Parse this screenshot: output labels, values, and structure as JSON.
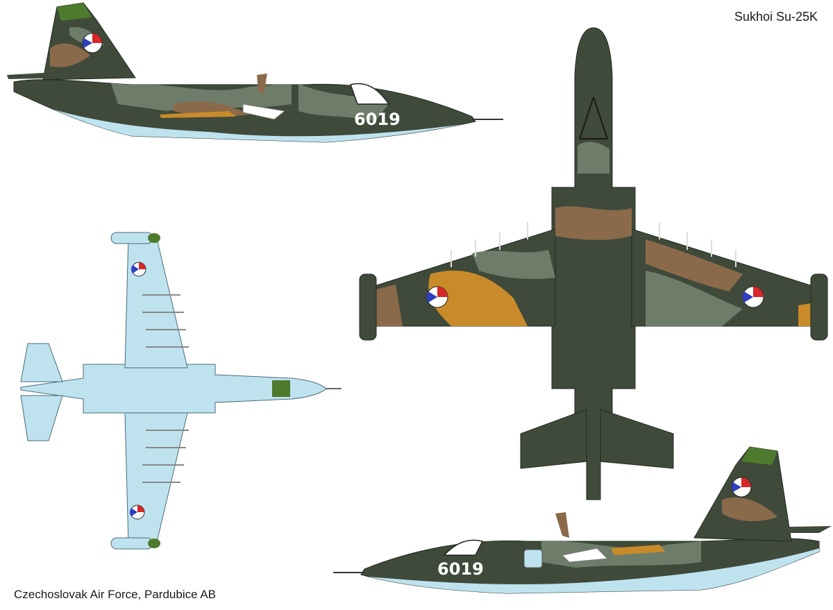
{
  "title": "Sukhoi Su-25K",
  "caption": "Czechoslovak Air Force, Pardubice AB",
  "serial": "6019",
  "colors": {
    "dark_green": "#3f4a3b",
    "grey_green": "#6e7d6a",
    "brown": "#8a6a4a",
    "ochre": "#c98b2a",
    "olive": "#4d7a2c",
    "underside_blue": "#bfe2ef",
    "insignia_blue": "#2f3fbf",
    "insignia_red": "#d62828"
  },
  "views": [
    {
      "name": "left side view"
    },
    {
      "name": "top view"
    },
    {
      "name": "bottom view"
    },
    {
      "name": "right side view"
    }
  ]
}
